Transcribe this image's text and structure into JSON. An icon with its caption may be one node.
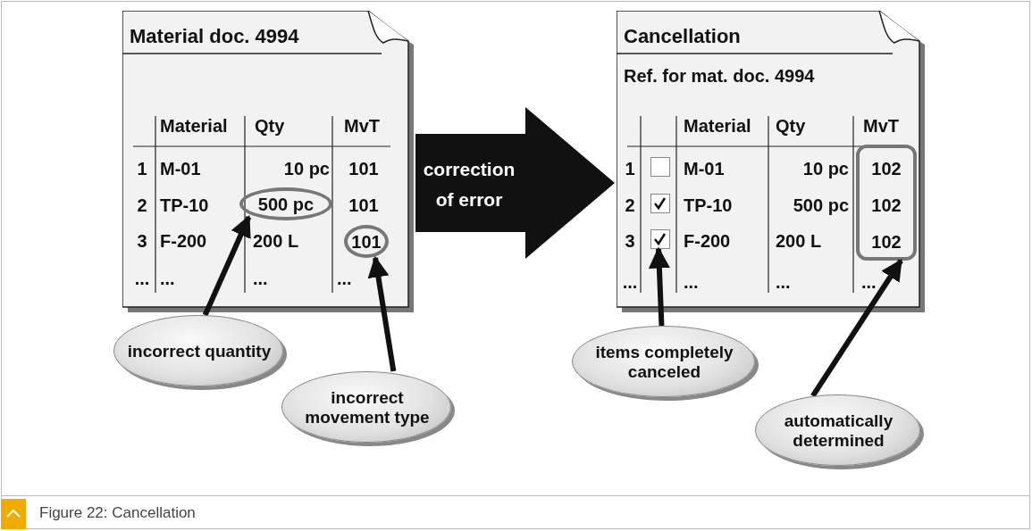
{
  "diagram": {
    "caption": "Figure 22: Cancellation",
    "nodes": [
      {
        "text": [
          "Material doc. 4994"
        ]
      },
      {
        "text": [
          "Cancellation",
          "Ref. for mat. doc. 4994"
        ]
      },
      {
        "text": [
          "500 pc"
        ],
        "in": 0
      },
      {
        "text": [
          "101"
        ],
        "in": 0
      },
      {
        "text": [],
        "shape": "box",
        "in": 1
      },
      {
        "text": [],
        "shape": "box",
        "in": 1
      },
      {
        "text": [],
        "shape": "box",
        "in": 1
      },
      {
        "text": [
          "102",
          "102",
          "102"
        ],
        "in": 1
      },
      {
        "text": [
          "incorrect quantity"
        ]
      },
      {
        "text": [
          "incorrect movement type"
        ]
      },
      {
        "text": [
          "items completely canceled"
        ]
      },
      {
        "text": [
          "automatically determined"
        ]
      }
    ],
    "edges": [
      {
        "from": 0,
        "to": 1,
        "arrow": "to",
        "label": "correction of error",
        "style": "thick"
      },
      {
        "from": 8,
        "to": 2,
        "arrow": "to"
      },
      {
        "from": 9,
        "to": 3,
        "arrow": "to"
      },
      {
        "from": 10,
        "to": 6,
        "arrow": "to"
      },
      {
        "from": 11,
        "to": 7,
        "arrow": "to"
      }
    ],
    "labels": [
      "Material",
      "Qty",
      "MvT",
      "1",
      "M-01",
      "10 pc",
      "101",
      "2",
      "TP-10",
      "101",
      "3",
      "F-200",
      "200 L",
      "...",
      "...",
      "...",
      "...",
      "Material",
      "Qty",
      "MvT",
      "1",
      "M-01",
      "10 pc",
      "2",
      "TP-10",
      "500 pc",
      "3",
      "F-200",
      "200 L",
      "...",
      "...",
      "...",
      "..."
    ]
  }
}
